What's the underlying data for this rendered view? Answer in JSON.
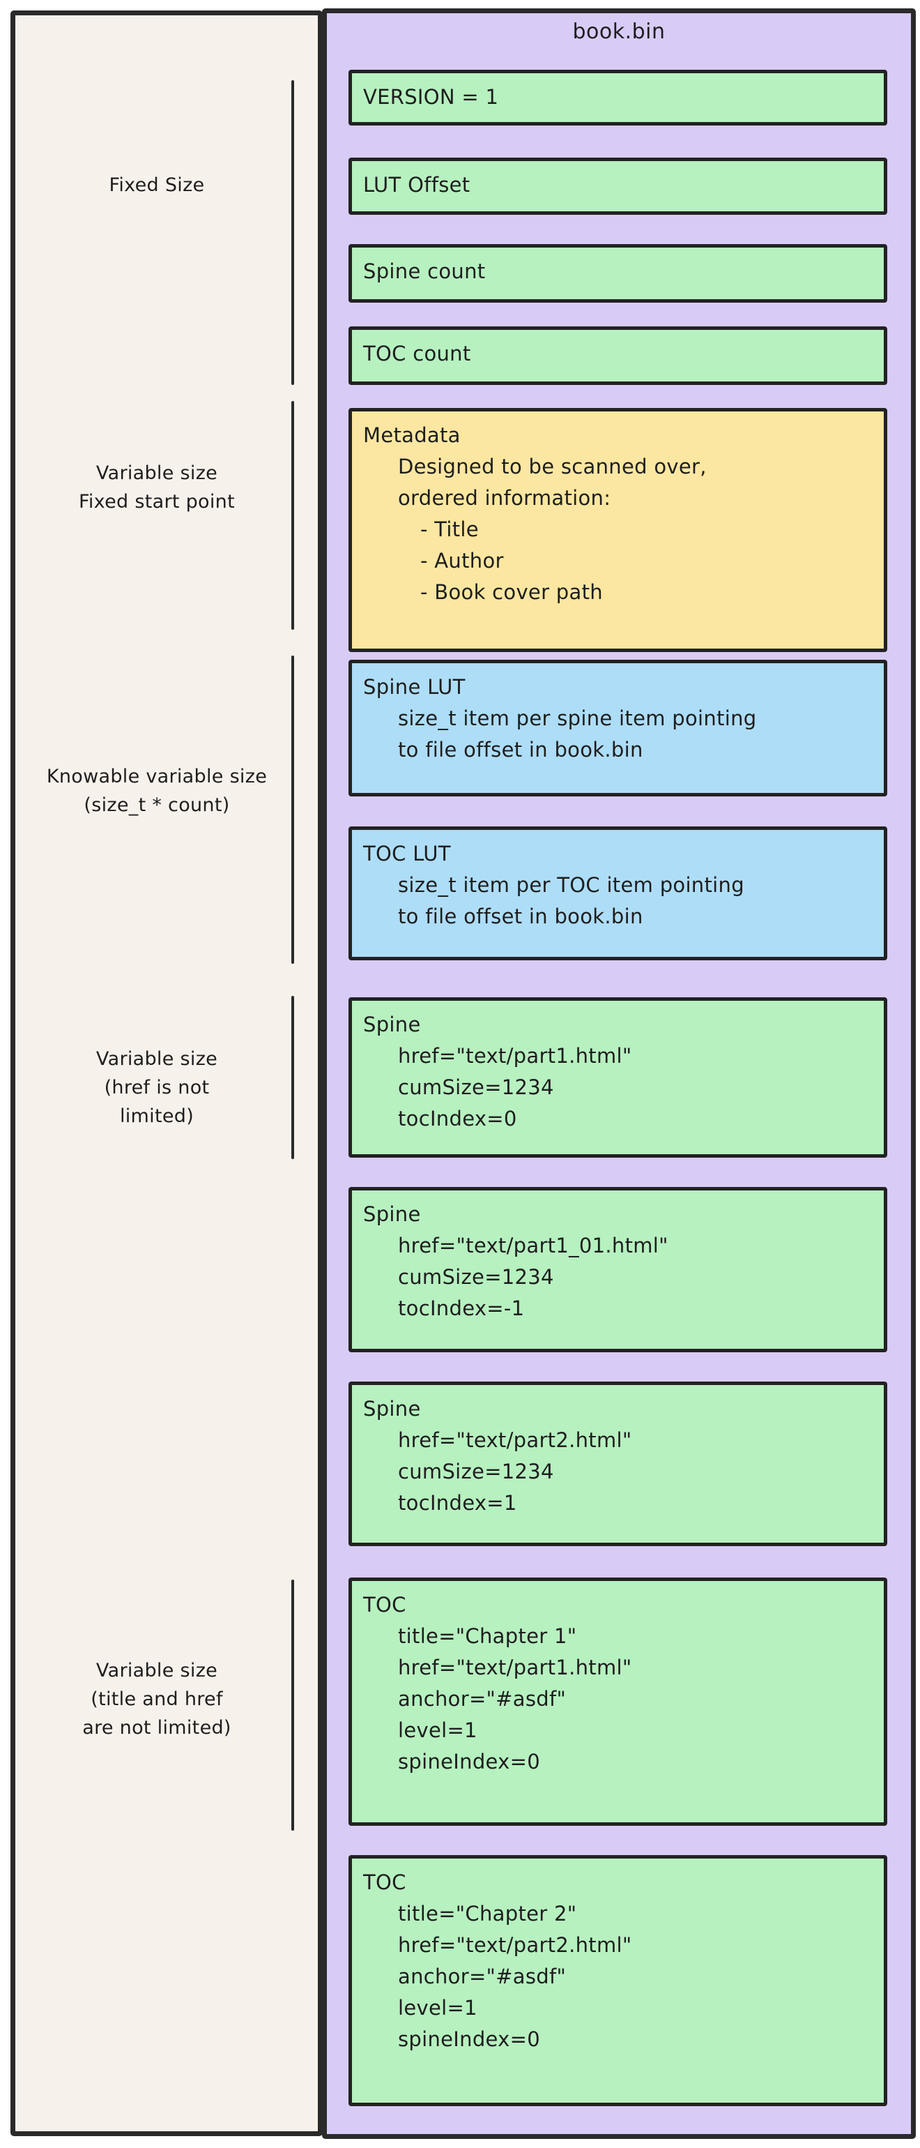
{
  "colors": {
    "container_purple": "#d8ccf7",
    "field_green": "#b7f1c0",
    "metadata_yellow": "#fbe7a1",
    "lut_blue": "#aeddf7",
    "left_panel_cream": "#f7f1eb",
    "ink": "#2a2a2a"
  },
  "left_panel": {
    "labels": [
      {
        "lines": [
          "Fixed Size"
        ]
      },
      {
        "lines": [
          "Variable size",
          "Fixed start point"
        ]
      },
      {
        "lines": [
          "Knowable variable size",
          "(size_t * count)"
        ]
      },
      {
        "lines": [
          "Variable size",
          "(href is not",
          "limited)"
        ]
      },
      {
        "lines": [
          "Variable size",
          "(title and href",
          "are not limited)"
        ]
      }
    ]
  },
  "bin_panel": {
    "title": "book.bin",
    "blocks": [
      {
        "kind": "field",
        "lines": [
          "VERSION = 1"
        ]
      },
      {
        "kind": "field",
        "lines": [
          "LUT Offset"
        ]
      },
      {
        "kind": "field",
        "lines": [
          "Spine count"
        ]
      },
      {
        "kind": "field",
        "lines": [
          "TOC count"
        ]
      },
      {
        "kind": "metadata",
        "lines": [
          "Metadata",
          "Designed to be scanned over,",
          "ordered information:",
          "- Title",
          "- Author",
          "- Book cover path"
        ]
      },
      {
        "kind": "lut",
        "lines": [
          "Spine LUT",
          "size_t item per spine item pointing",
          "to file offset in book.bin"
        ]
      },
      {
        "kind": "lut",
        "lines": [
          "TOC LUT",
          "size_t item per TOC item pointing",
          "to file offset in book.bin"
        ]
      },
      {
        "kind": "spine",
        "lines": [
          "Spine",
          "href=\"text/part1.html\"",
          "cumSize=1234",
          "tocIndex=0"
        ]
      },
      {
        "kind": "spine",
        "lines": [
          "Spine",
          "href=\"text/part1_01.html\"",
          "cumSize=1234",
          "tocIndex=-1"
        ]
      },
      {
        "kind": "spine",
        "lines": [
          "Spine",
          "href=\"text/part2.html\"",
          "cumSize=1234",
          "tocIndex=1"
        ]
      },
      {
        "kind": "toc",
        "lines": [
          "TOC",
          "title=\"Chapter 1\"",
          "href=\"text/part1.html\"",
          "anchor=\"#asdf\"",
          "level=1",
          "spineIndex=0"
        ]
      },
      {
        "kind": "toc",
        "lines": [
          "TOC",
          "title=\"Chapter 2\"",
          "href=\"text/part2.html\"",
          "anchor=\"#asdf\"",
          "level=1",
          "spineIndex=0"
        ]
      }
    ]
  }
}
